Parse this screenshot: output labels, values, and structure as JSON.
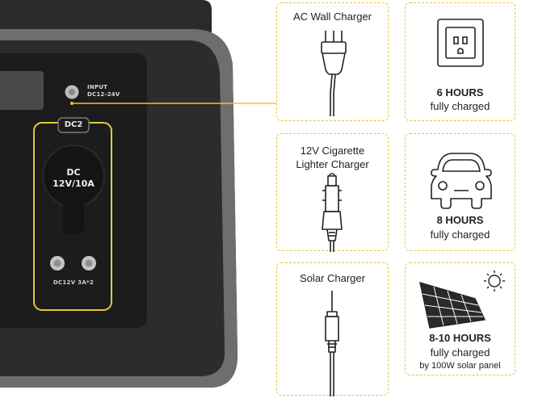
{
  "station": {
    "input_label_line1": "INPUT",
    "input_label_line2": "DC12-24V",
    "dc2_tag": "DC2",
    "dc_port_line1": "DC",
    "dc_port_line2": "12V/10A",
    "dc_bottom_label": "DC12V 3A*2"
  },
  "chargers": [
    {
      "title": "AC Wall Charger",
      "icon": "ac-plug-icon"
    },
    {
      "title_line1": "12V Cigarette",
      "title_line2": "Lighter Charger",
      "icon": "cigarette-plug-icon"
    },
    {
      "title": "Solar Charger",
      "icon": "dc-jack-icon"
    }
  ],
  "results": [
    {
      "icon": "wall-outlet-icon",
      "hours": "6 HOURS",
      "sub": "fully charged"
    },
    {
      "icon": "car-icon",
      "hours": "8 HOURS",
      "sub": "fully charged"
    },
    {
      "icon": "solar-panel-icon",
      "hours": "8-10 HOURS",
      "sub": "fully charged",
      "sub2": "by 100W solar panel"
    }
  ],
  "colors": {
    "accent": "#e6c83a",
    "body_dark": "#2b2b2b",
    "panel": "#1f1f1f",
    "frame": "#7d7d7d"
  }
}
